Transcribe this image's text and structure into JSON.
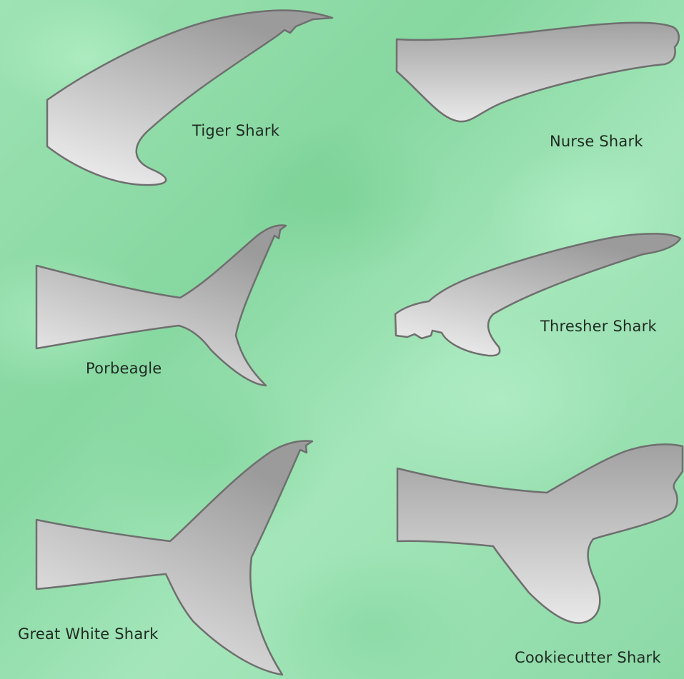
{
  "fins": [
    {
      "label": "Tiger Shark",
      "icon": "tiger-shark-tail-icon"
    },
    {
      "label": "Nurse Shark",
      "icon": "nurse-shark-tail-icon"
    },
    {
      "label": "Porbeagle",
      "icon": "porbeagle-tail-icon"
    },
    {
      "label": "Thresher Shark",
      "icon": "thresher-shark-tail-icon"
    },
    {
      "label": "Great White Shark",
      "icon": "great-white-shark-tail-icon"
    },
    {
      "label": "Cookiecutter Shark",
      "icon": "cookiecutter-shark-tail-icon"
    }
  ],
  "colors": {
    "background": "#8fd9a8",
    "fin_light": "#f2f2f2",
    "fin_dark": "#9a9a9a",
    "fin_outline": "#6f6f6f",
    "label_text": "#1f2a22"
  }
}
